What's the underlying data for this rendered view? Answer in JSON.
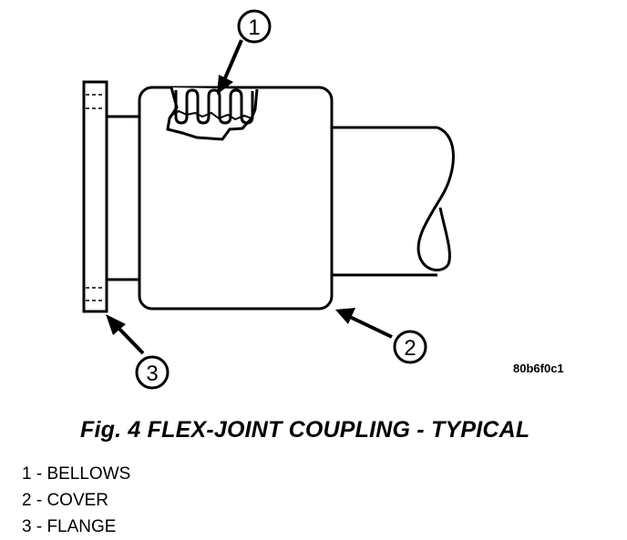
{
  "diagram": {
    "callouts": [
      {
        "number": "1"
      },
      {
        "number": "2"
      },
      {
        "number": "3"
      }
    ],
    "reference_code": "80b6f0c1"
  },
  "caption": "Fig. 4 FLEX-JOINT COUPLING - TYPICAL",
  "legend": [
    {
      "text": "1 - BELLOWS"
    },
    {
      "text": "2 - COVER"
    },
    {
      "text": "3 - FLANGE"
    }
  ],
  "colors": {
    "ink": "#000000",
    "background": "#ffffff"
  }
}
